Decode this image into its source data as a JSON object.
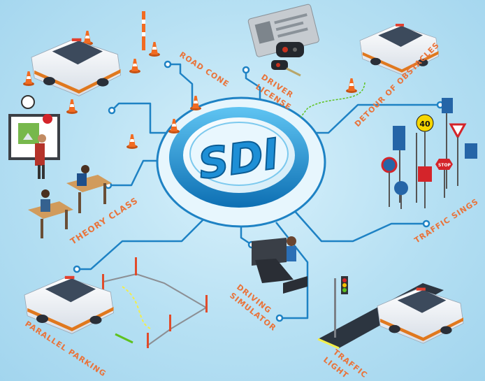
{
  "center": {
    "logo_text": "SDI"
  },
  "labels": {
    "road_cone": "ROAD CONE",
    "driver_license_1": "DRIVER",
    "driver_license_2": "LICENSE",
    "detour": "DETOUR OF OBSTACLES",
    "theory_class": "THEORY CLASS",
    "traffic_signs": "TRAFFIC SINGS",
    "driving_simulator_1": "DRIVING",
    "driving_simulator_2": "SIMULATOR",
    "parallel_parking": "PARALLEL PARKING",
    "traffic_light_1": "TRAFFIC",
    "traffic_light_2": "LIGHT"
  },
  "signs": {
    "speed": "40",
    "stop": "STOP"
  },
  "colors": {
    "line": "#1e82c4",
    "label": "#e9733a",
    "logo_blue": "#1e8fd6",
    "cone": "#f26b21",
    "car_stripe": "#e0781e"
  },
  "icons": [
    "police-car-icon",
    "road-cone-icon",
    "driver-license-icon",
    "car-key-icon",
    "teacher-icon",
    "student-icon",
    "traffic-sign-icon",
    "simulator-icon",
    "traffic-light-icon",
    "parking-post-icon"
  ]
}
